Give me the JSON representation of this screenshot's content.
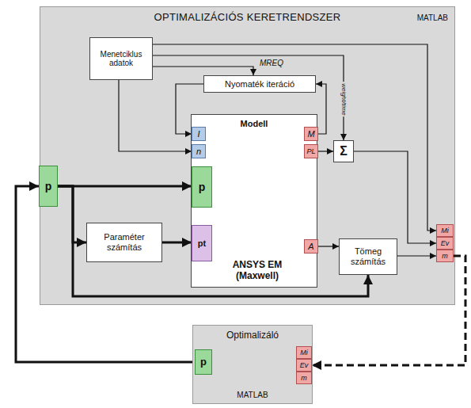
{
  "diagram": {
    "nodes": [
      {
        "text": [
          "OPTIMALIZÁCIÓS KERETRENDSZER",
          "MATLAB"
        ]
      },
      {
        "text": [
          "Menetciklus adatok"
        ],
        "in": 0
      },
      {
        "text": [
          "Nyomaték iteráció"
        ],
        "in": 0
      },
      {
        "text": [
          "Modell",
          "ANSYS EM (Maxwell)"
        ],
        "in": 0
      },
      {
        "text": [
          "I"
        ],
        "in": 3
      },
      {
        "text": [
          "n"
        ],
        "in": 3
      },
      {
        "text": [
          "p"
        ],
        "in": 3
      },
      {
        "text": [
          "pt"
        ],
        "in": 3
      },
      {
        "text": [
          "M"
        ],
        "in": 3
      },
      {
        "text": [
          "PL"
        ],
        "in": 3
      },
      {
        "text": [
          "A"
        ],
        "in": 3
      },
      {
        "text": [
          "p"
        ],
        "in": 0
      },
      {
        "text": [
          "Paraméter számítás"
        ],
        "in": 0
      },
      {
        "text": [
          "Σ"
        ],
        "in": 0
      },
      {
        "text": [
          "Tömeg számítás"
        ],
        "in": 0
      },
      {
        "text": [
          "Mi"
        ],
        "in": 0
      },
      {
        "text": [
          "Ev"
        ],
        "in": 0
      },
      {
        "text": [
          "m"
        ],
        "in": 0
      },
      {
        "text": [
          "Optimalizáló",
          "MATLAB"
        ]
      },
      {
        "text": [
          "p"
        ],
        "in": 18
      },
      {
        "text": [
          "Mi"
        ],
        "in": 18
      },
      {
        "text": [
          "Ev"
        ],
        "in": 18
      },
      {
        "text": [
          "m"
        ],
        "in": 18
      }
    ],
    "edges": [
      {
        "from": 1,
        "to": 2,
        "arrow": "to",
        "label": "MREQ"
      },
      {
        "from": 1,
        "to": 15,
        "arrow": "to"
      },
      {
        "from": 1,
        "to": 13,
        "arrow": "to",
        "label": "weight/time"
      },
      {
        "from": 1,
        "to": 5,
        "arrow": "to"
      },
      {
        "from": 2,
        "to": 4,
        "arrow": "to"
      },
      {
        "from": 8,
        "to": 2,
        "arrow": "to"
      },
      {
        "from": 9,
        "to": 13,
        "arrow": "to"
      },
      {
        "from": 13,
        "to": 16,
        "arrow": "to"
      },
      {
        "from": 10,
        "to": 14,
        "arrow": "to"
      },
      {
        "from": 14,
        "to": 17,
        "arrow": "to"
      },
      {
        "from": 11,
        "to": 6,
        "arrow": "to"
      },
      {
        "from": 11,
        "to": 12,
        "arrow": "to"
      },
      {
        "from": 12,
        "to": 7,
        "arrow": "to"
      },
      {
        "from": 11,
        "to": 14,
        "arrow": "to"
      },
      {
        "from": 19,
        "to": 11,
        "arrow": "to"
      },
      {
        "from": 17,
        "to": 21,
        "arrow": "to"
      }
    ]
  }
}
